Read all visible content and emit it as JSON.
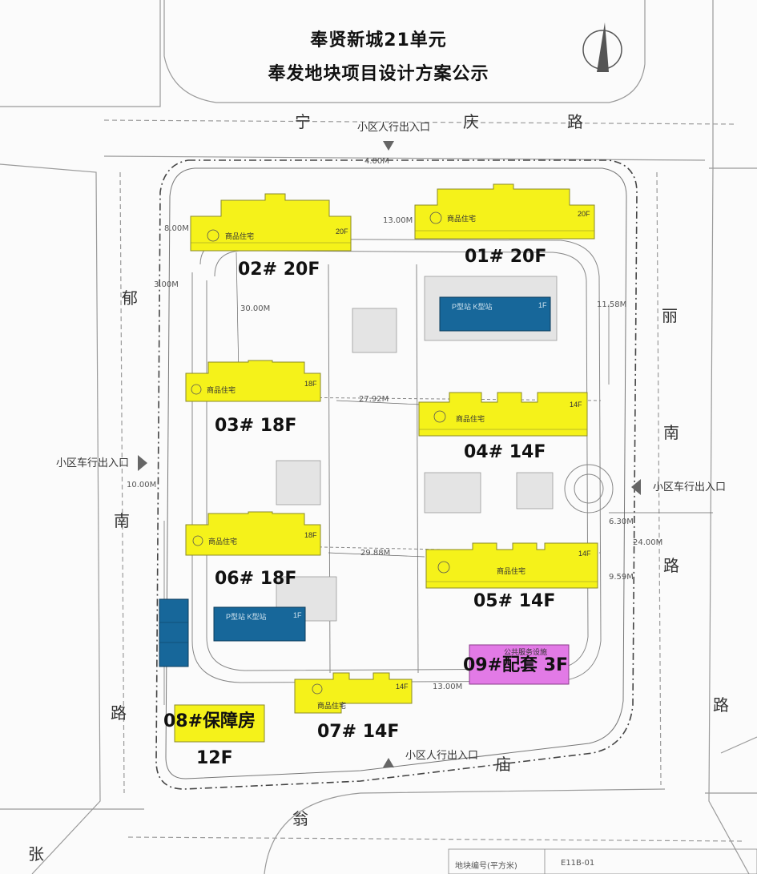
{
  "title": {
    "line1": "奉贤新城21单元",
    "line2": "奉发地块项目设计方案公示"
  },
  "colors": {
    "residential": "#f5f21a",
    "ancillary": "#17679a",
    "public_service": "#e27ae6",
    "road": "#bdbdbd",
    "text": "#111111"
  },
  "streets": {
    "top": [
      "宁",
      "庆",
      "路"
    ],
    "left": [
      "郁",
      "南",
      "路"
    ],
    "right": [
      "丽",
      "南",
      "路"
    ],
    "bottom": [
      "翁",
      "庙"
    ],
    "bottom_left": [
      "张"
    ],
    "bottom_mid": "路"
  },
  "gates": {
    "north_pedestrian": "小区人行出入口",
    "south_pedestrian": "小区人行出入口",
    "west_vehicle": "小区车行出入口",
    "east_vehicle": "小区车行出入口"
  },
  "buildings": [
    {
      "id": "b02",
      "caption": "02# 20F",
      "inner": "商品住宅",
      "floors": "20F",
      "tag": "02#"
    },
    {
      "id": "b01",
      "caption": "01# 20F",
      "inner": "商品住宅",
      "floors": "20F",
      "tag": "01#"
    },
    {
      "id": "b03",
      "caption": "03# 18F",
      "inner": "商品住宅",
      "floors": "18F",
      "tag": "03#"
    },
    {
      "id": "b04",
      "caption": "04# 14F",
      "inner": "商品住宅",
      "floors": "14F",
      "tag": "04#"
    },
    {
      "id": "b06",
      "caption": "06# 18F",
      "inner": "商品住宅",
      "floors": "18F",
      "tag": "06#"
    },
    {
      "id": "b05",
      "caption": "05# 14F",
      "inner": "商品住宅",
      "floors": "14F",
      "tag": "05#"
    },
    {
      "id": "b07",
      "caption": "07# 14F",
      "inner": "商品住宅",
      "floors": "14F",
      "tag": "07#"
    },
    {
      "id": "b08",
      "caption_line1": "08#保障房",
      "caption_line2": "12F",
      "inner": "",
      "floors": "12F",
      "tag": "08#"
    },
    {
      "id": "b09",
      "caption": "09#配套 3F",
      "inner": "公共服务设施",
      "floors": "3F",
      "tag": "09#"
    }
  ],
  "ancillary": [
    {
      "id": "sub-ne",
      "inner": "P型站  K型站",
      "floors": "1F"
    },
    {
      "id": "sub-sw",
      "inner": "P型站  K型站",
      "floors": "1F"
    },
    {
      "id": "sub-w",
      "inner": "",
      "floors": ""
    }
  ],
  "dimensions": [
    "4.00M",
    "13.00M",
    "30.00M",
    "27.92M",
    "29.88M",
    "24.00M",
    "10.00M",
    "8.00M",
    "3.00M",
    "6.30M",
    "9.59M",
    "11.58M",
    "13.00M"
  ],
  "plot_table_label": "地块编号(平方米)",
  "plot_table_code": "E11B-01"
}
